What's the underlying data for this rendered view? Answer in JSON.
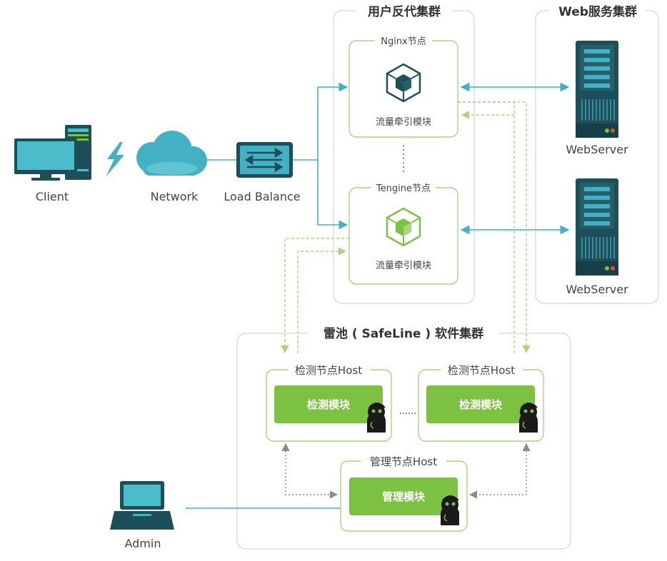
{
  "nodes": {
    "client": "Client",
    "network": "Network",
    "load_balance": "Load Balance",
    "admin": "Admin",
    "webserver_1": "WebServer",
    "webserver_2": "WebServer"
  },
  "proxy_cluster": {
    "title": "用户反代集群",
    "nginx_node": {
      "title": "Nginx节点",
      "module": "流量牵引模块"
    },
    "tengine_node": {
      "title": "Tengine节点",
      "module": "流量牵引模块"
    }
  },
  "web_cluster": {
    "title": "Web服务集群"
  },
  "safeline_cluster": {
    "title": "雷池 ( SafeLine ) 软件集群",
    "detect_host_1": {
      "title": "检测节点Host",
      "module": "检测模块"
    },
    "detect_host_2": {
      "title": "检测节点Host",
      "module": "检测模块"
    },
    "ellipsis": "......",
    "manage_host": {
      "title": "管理节点Host",
      "module": "管理模块"
    }
  },
  "colors": {
    "green": "#7dc142",
    "green_light": "#a8d57e",
    "teal": "#43b0c4",
    "dark_teal": "#1d4f5a",
    "screen": "#4dbcca",
    "cluster_border": "#d5d5d5",
    "gray_arrow": "#8a8a8a"
  },
  "icons": [
    "desktop-icon",
    "lightning-icon",
    "cloud-icon",
    "switch-icon",
    "server-icon",
    "laptop-icon",
    "cube-icon",
    "ninja-mascot-icon"
  ]
}
